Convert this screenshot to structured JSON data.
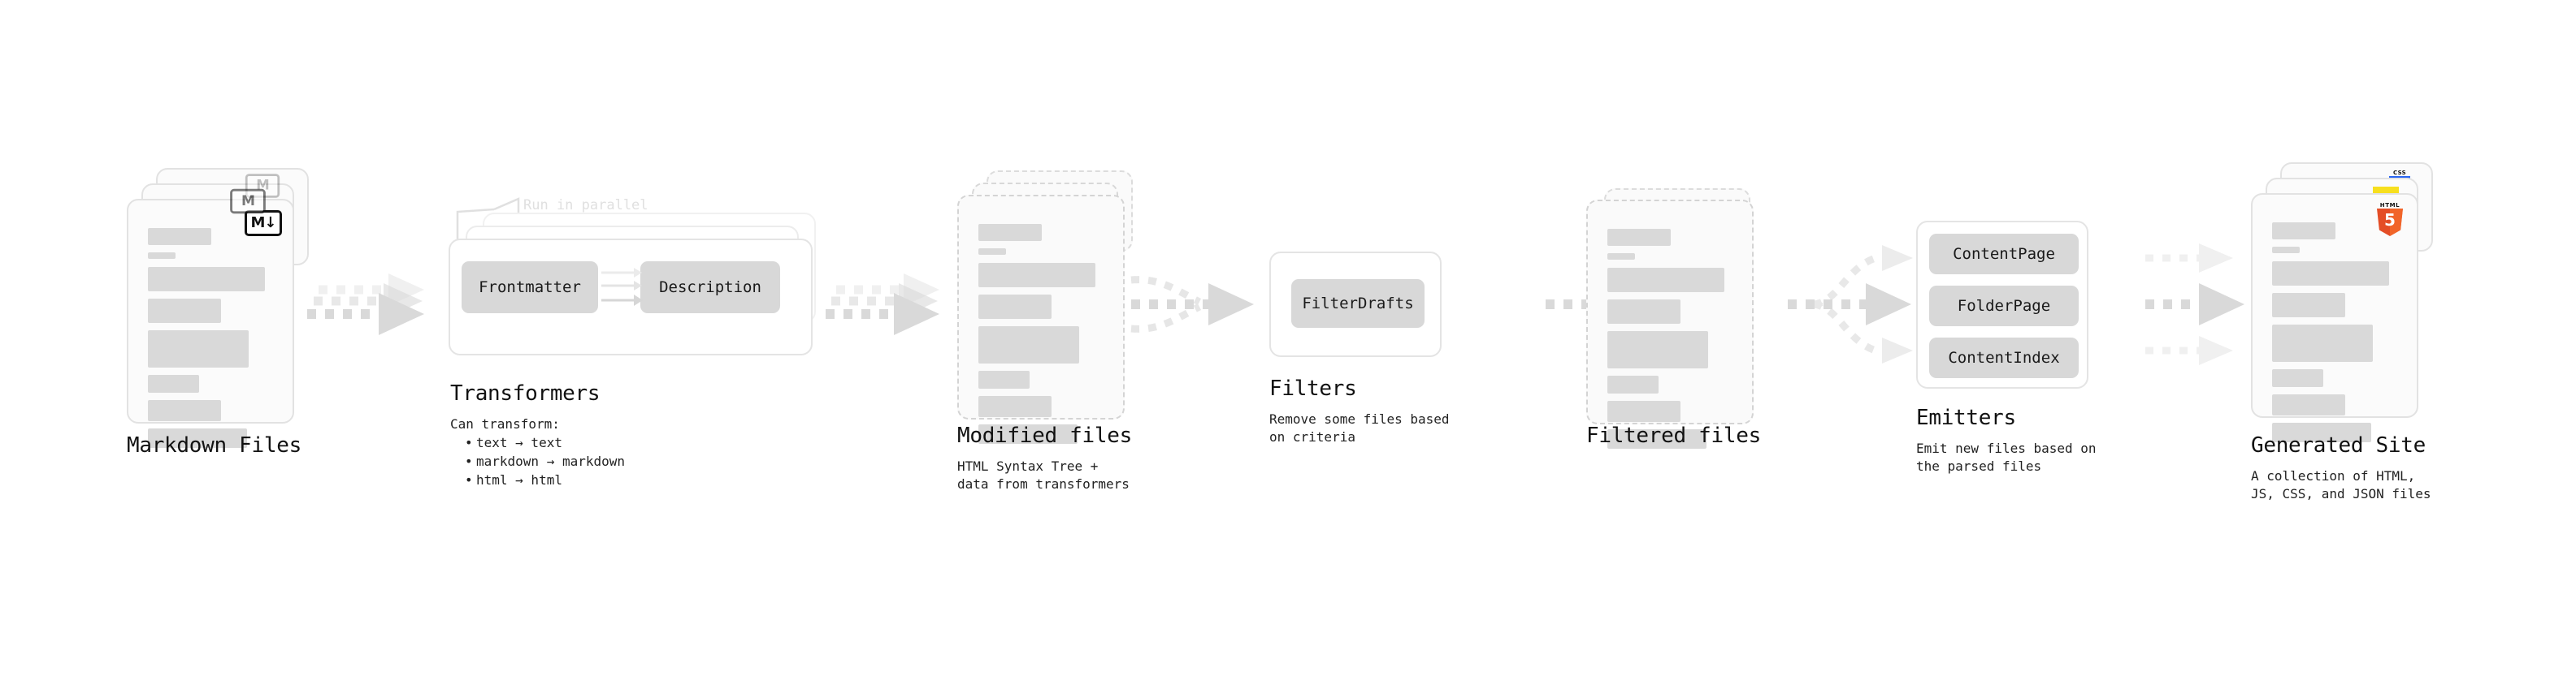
{
  "diagram": {
    "title": "Quartz content pipeline",
    "palette": {
      "card_fill": "#fbfbfb",
      "card_border": "#e2e2e2",
      "dashed_border": "#d4d4d4",
      "line_fill": "#d9d9d9",
      "chip_fill": "#d8d8d8",
      "arrow": "#d9d9d9",
      "ghost_text": "#e0e0e0",
      "text": "#111111",
      "html5_orange": "#e44d26",
      "html5_orange_light": "#f16529",
      "css3_blue": "#2965f1",
      "js_yellow": "#f7df1e"
    }
  },
  "stages": {
    "markdown_files": {
      "title": "Markdown Files",
      "badge": "M↓",
      "badge_name": "markdown-badge",
      "stack_count": 3
    },
    "transformers": {
      "title": "Transformers",
      "ghost_label": "Run in parallel",
      "chips": [
        "Frontmatter",
        "Description"
      ],
      "caption_heading": "Can transform:",
      "caption_items": [
        "text → text",
        "markdown → markdown",
        "html → html"
      ],
      "stack_count": 3
    },
    "modified_files": {
      "title": "Modified files",
      "caption": "HTML Syntax Tree +\ndata from transformers",
      "stack_count": 3
    },
    "filters": {
      "title": "Filters",
      "chips": [
        "FilterDrafts"
      ],
      "caption": "Remove some files based\non criteria"
    },
    "filtered_files": {
      "title": "Filtered files",
      "caption": "",
      "stack_count": 2
    },
    "emitters": {
      "title": "Emitters",
      "chips": [
        "ContentPage",
        "FolderPage",
        "ContentIndex"
      ],
      "caption": "Emit new files based on\nthe parsed files"
    },
    "generated_site": {
      "title": "Generated Site",
      "caption": "A collection of HTML,\nJS, CSS, and JSON files",
      "badges": [
        "html5-badge",
        "js-badge",
        "css3-badge"
      ],
      "badge_css_label": "CSS",
      "badge_html_label": "HTML",
      "badge_html_digit": "5",
      "stack_count": 3
    }
  },
  "flow": [
    {
      "from": "markdown_files",
      "to": "transformers",
      "style": "parallel-3"
    },
    {
      "from": "transformers",
      "to": "modified_files",
      "style": "parallel-3"
    },
    {
      "from": "modified_files",
      "to": "filters",
      "style": "merge-3-to-1"
    },
    {
      "from": "filters",
      "to": "filtered_files",
      "style": "single"
    },
    {
      "from": "filtered_files",
      "to": "emitters",
      "style": "split-1-to-3"
    },
    {
      "from": "emitters",
      "to": "generated_site",
      "style": "parallel-3"
    }
  ]
}
